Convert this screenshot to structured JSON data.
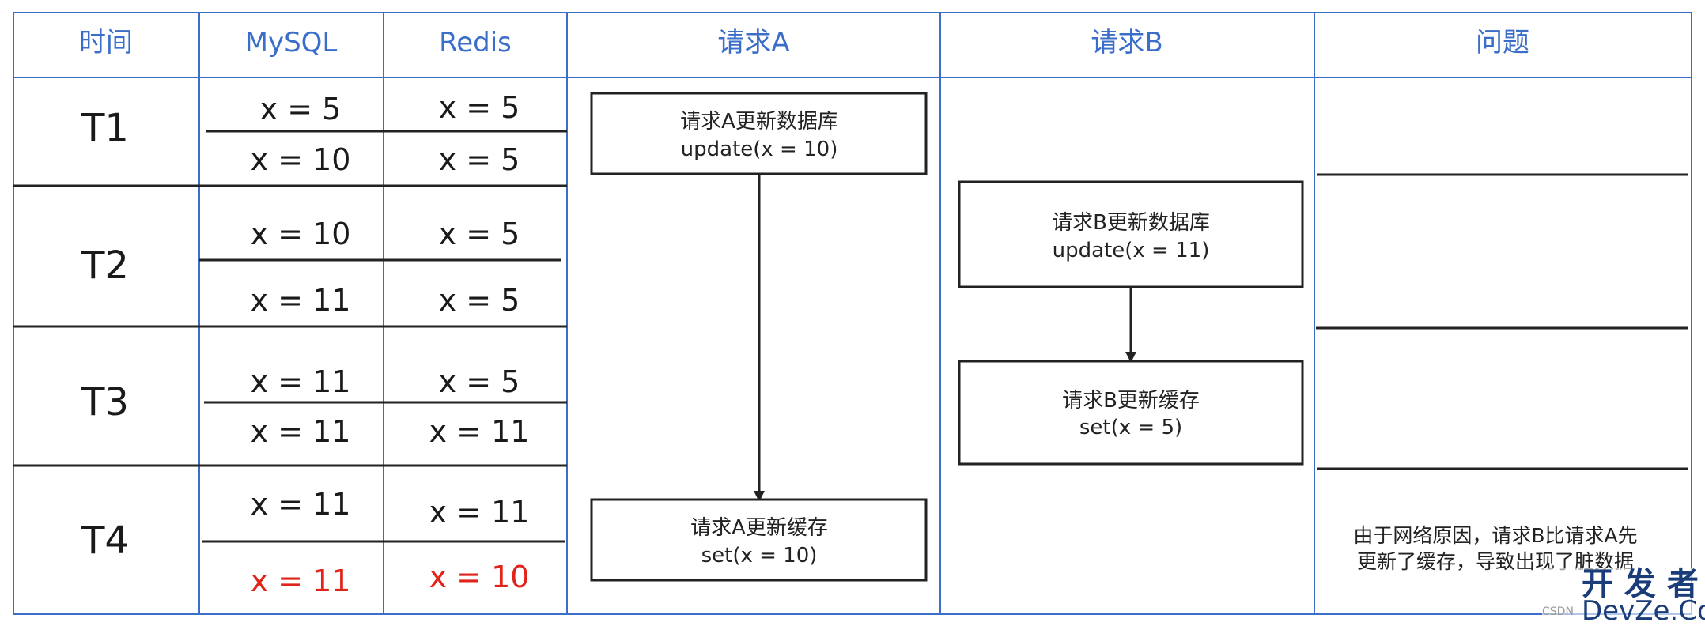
{
  "headers": {
    "time": "时间",
    "mysql": "MySQL",
    "redis": "Redis",
    "req_a": "请求A",
    "req_b": "请求B",
    "issue": "问题"
  },
  "rows": [
    {
      "time": "T1",
      "mysql": [
        "x = 5",
        "x = 10"
      ],
      "redis": [
        "x = 5",
        "x = 5"
      ],
      "red": [
        false,
        false
      ]
    },
    {
      "time": "T2",
      "mysql": [
        "x = 10",
        "x = 11"
      ],
      "redis": [
        "x = 5",
        "x = 5"
      ],
      "red": [
        false,
        false
      ]
    },
    {
      "time": "T3",
      "mysql": [
        "x = 11",
        "x = 11"
      ],
      "redis": [
        "x = 5",
        "x = 11"
      ],
      "red": [
        false,
        false
      ]
    },
    {
      "time": "T4",
      "mysql": [
        "x = 11",
        "x = 11"
      ],
      "redis": [
        "x = 11",
        "x = 10"
      ],
      "red": [
        false,
        true
      ]
    }
  ],
  "request_a": {
    "step1": {
      "line1": "请求A更新数据库",
      "line2": "update(x = 10)"
    },
    "step2": {
      "line1": "请求A更新缓存",
      "line2": "set(x = 10)"
    }
  },
  "request_b": {
    "step1": {
      "line1": "请求B更新数据库",
      "line2": "update(x = 11)"
    },
    "step2": {
      "line1": "请求B更新缓存",
      "line2": "set(x = 5)"
    }
  },
  "issue": {
    "line1": "由于网络原因，请求B比请求A先",
    "line2": "更新了缓存，导致出现了脏数据"
  },
  "watermark": {
    "line1": "开 发 者",
    "line2": "DevZe.CoM",
    "small": "CSDN"
  },
  "colors": {
    "header_text": "#3a6ec9",
    "grid_blue": "#3a6ec9",
    "highlight_red": "#e0241b"
  }
}
